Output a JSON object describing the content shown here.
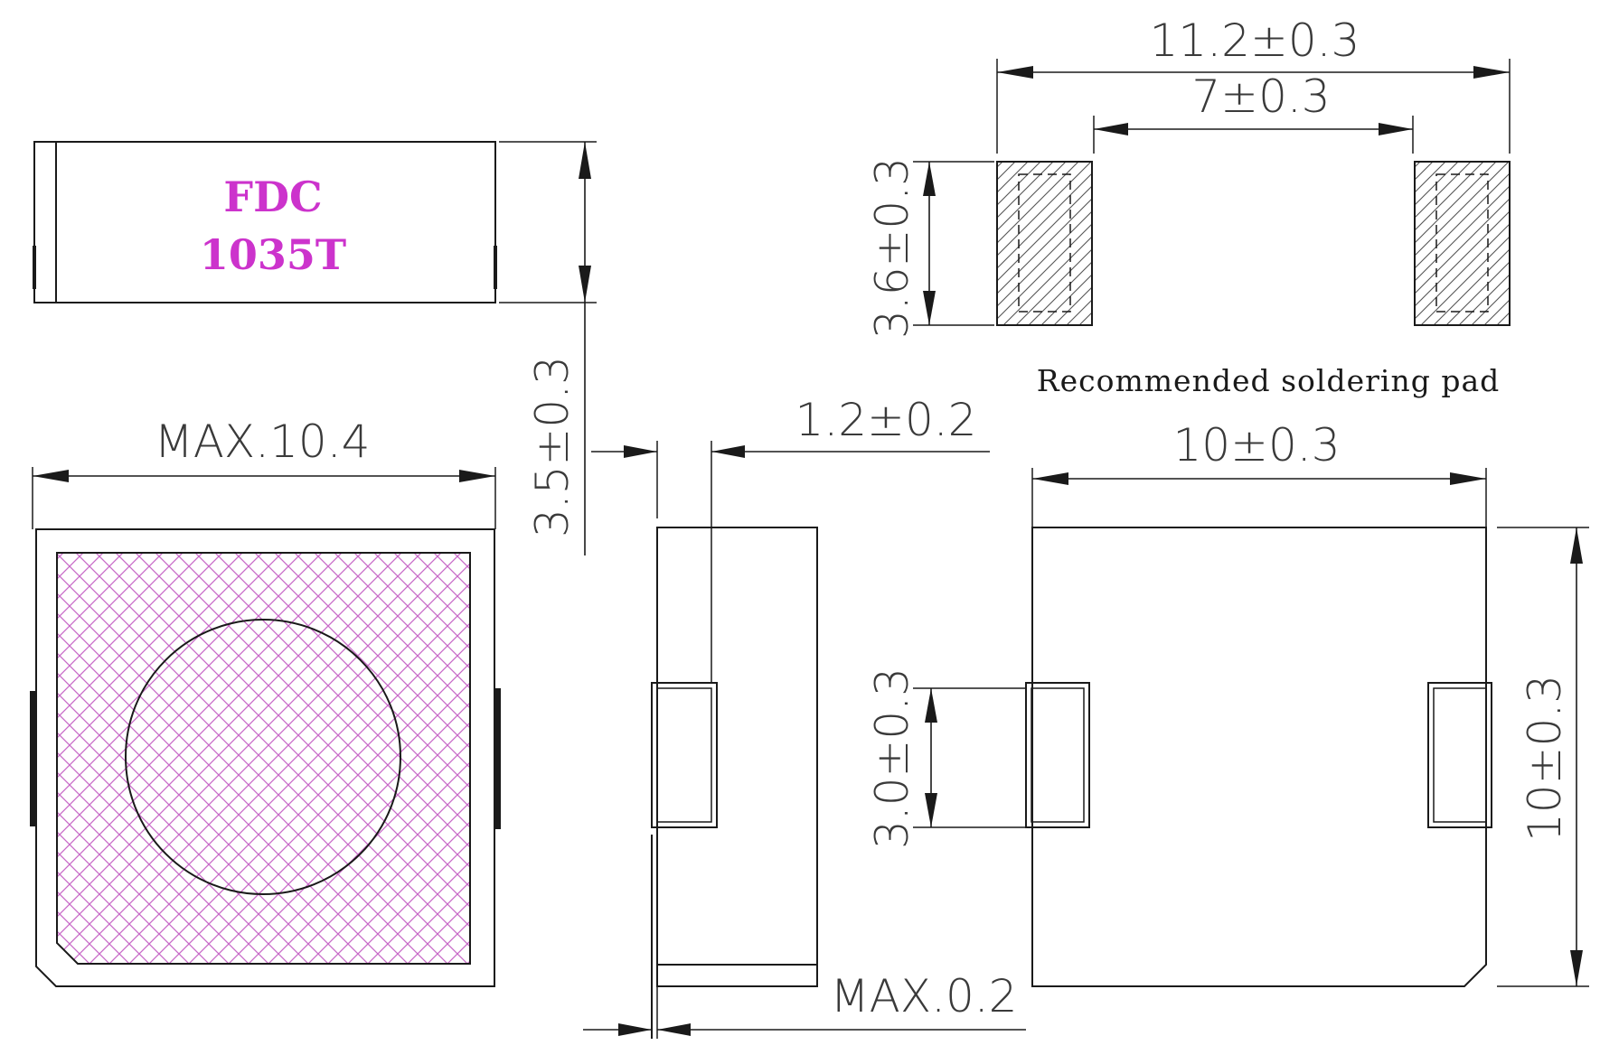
{
  "marking": {
    "line1": "FDC",
    "line2": "1035T",
    "color": "#cc33cc"
  },
  "hatch_color": "#c86ac8",
  "dimensions": {
    "top_view_width": "MAX.10.4",
    "height": "3.5±0.3",
    "terminal_width": "1.2±0.2",
    "terminal_gap": "MAX.0.2",
    "bottom_width": "10±0.3",
    "bottom_height": "10±0.3",
    "terminal_height": "3.0±0.3",
    "pad_total": "11.2±0.3",
    "pad_inner": "7±0.3",
    "pad_height": "3.6±0.3"
  },
  "pad_caption": "Recommended soldering pad"
}
